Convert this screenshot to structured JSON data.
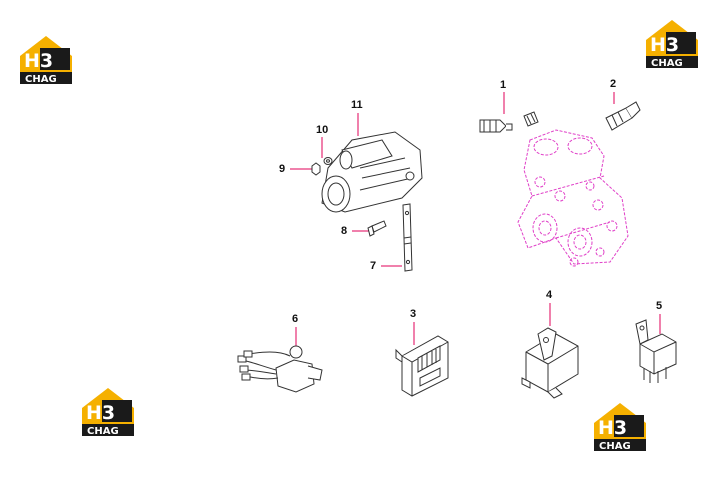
{
  "logo": {
    "letters_top": "H3",
    "letters_bottom": "CHAG",
    "colors": {
      "yellow": "#f5b000",
      "black": "#1a1a1a",
      "white": "#ffffff"
    }
  },
  "callouts": [
    {
      "id": "c1",
      "label": "1"
    },
    {
      "id": "c2",
      "label": "2"
    },
    {
      "id": "c3",
      "label": "3"
    },
    {
      "id": "c4",
      "label": "4"
    },
    {
      "id": "c5",
      "label": "5"
    },
    {
      "id": "c6",
      "label": "6"
    },
    {
      "id": "c7",
      "label": "7"
    },
    {
      "id": "c8",
      "label": "8"
    },
    {
      "id": "c9",
      "label": "9"
    },
    {
      "id": "c10",
      "label": "10"
    },
    {
      "id": "c11",
      "label": "11"
    }
  ],
  "colors": {
    "leader": "#e0005a",
    "housing": "#e040c8",
    "line": "#333333"
  }
}
